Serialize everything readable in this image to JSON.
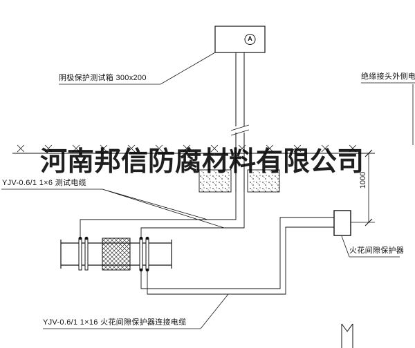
{
  "drawing": {
    "watermark": "河南邦信防腐材料有限公司",
    "ammeter_symbol": "A",
    "labels": {
      "test_box": "阴极保护测试箱 300x200",
      "insulated_joint_outer_cable": "绝缘接头外侧电缆",
      "test_cable": "YJV-0.6/1 1×6  测试电缆",
      "spark_gap_protector": "火花间隙保护器",
      "spark_gap_connection_cable": "YJV-0.6/1 1×16  火花间隙保护器连接电缆",
      "dimension_1000": "1000"
    },
    "colors": {
      "line": "#111111",
      "background": "#ffffff"
    }
  }
}
